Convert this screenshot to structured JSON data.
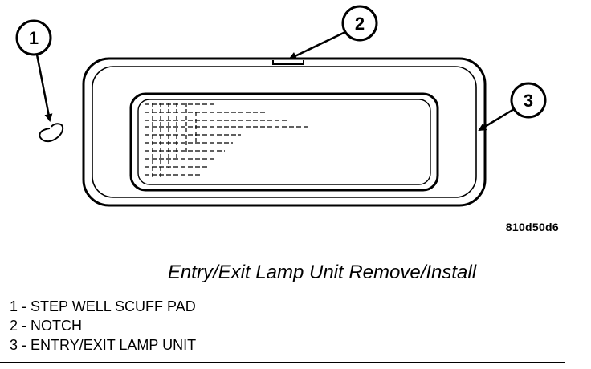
{
  "figure": {
    "code": "810d50d6",
    "callouts": [
      {
        "number": "1"
      },
      {
        "number": "2"
      },
      {
        "number": "3"
      }
    ]
  },
  "caption": "Entry/Exit Lamp Unit Remove/Install",
  "legend": [
    {
      "number": "1",
      "sep": " - ",
      "text": "STEP WELL SCUFF PAD"
    },
    {
      "number": "2",
      "sep": " - ",
      "text": "NOTCH"
    },
    {
      "number": "3",
      "sep": " - ",
      "text": "ENTRY/EXIT LAMP UNIT"
    }
  ]
}
